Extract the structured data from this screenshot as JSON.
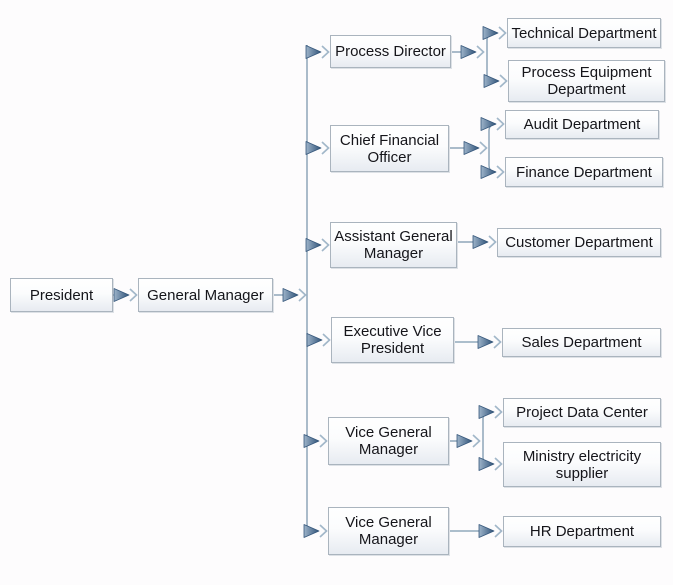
{
  "diagram": {
    "kind": "organizational-chart",
    "nodes": {
      "president": {
        "label": "President"
      },
      "general_manager": {
        "label": "General Manager"
      },
      "process_director": {
        "label": "Process Director"
      },
      "cfo": {
        "label": "Chief Financial Officer"
      },
      "assistant_gm": {
        "label": "Assistant General Manager"
      },
      "evp": {
        "label": "Executive Vice President"
      },
      "vice_gm_1": {
        "label": "Vice General Manager"
      },
      "vice_gm_2": {
        "label": "Vice General Manager"
      },
      "technical": {
        "label": "Technical Department"
      },
      "process_equipment": {
        "label": "Process Equipment Department"
      },
      "audit": {
        "label": "Audit Department"
      },
      "finance": {
        "label": "Finance Department"
      },
      "customer": {
        "label": "Customer Department"
      },
      "sales": {
        "label": "Sales Department"
      },
      "project_data_center": {
        "label": "Project Data Center"
      },
      "ministry_electricity": {
        "label": "Ministry electricity supplier"
      },
      "hr": {
        "label": "HR Department"
      }
    },
    "edges": [
      {
        "from": "President",
        "to": "General Manager"
      },
      {
        "from": "General Manager",
        "to": "Process Director"
      },
      {
        "from": "General Manager",
        "to": "Chief Financial Officer"
      },
      {
        "from": "General Manager",
        "to": "Assistant General Manager"
      },
      {
        "from": "General Manager",
        "to": "Executive Vice President"
      },
      {
        "from": "General Manager",
        "to": "Vice General Manager"
      },
      {
        "from": "General Manager",
        "to": "Vice General Manager"
      },
      {
        "from": "Process Director",
        "to": "Technical Department"
      },
      {
        "from": "Process Director",
        "to": "Process Equipment Department"
      },
      {
        "from": "Chief Financial Officer",
        "to": "Audit Department"
      },
      {
        "from": "Chief Financial Officer",
        "to": "Finance Department"
      },
      {
        "from": "Assistant General Manager",
        "to": "Customer Department"
      },
      {
        "from": "Executive Vice President",
        "to": "Sales Department"
      },
      {
        "from": "Vice General Manager",
        "to": "Project Data Center"
      },
      {
        "from": "Vice General Manager",
        "to": "Ministry electricity supplier"
      },
      {
        "from": "Vice General Manager",
        "to": "HR Department"
      }
    ],
    "colors": {
      "background": "#fdfcfd",
      "connector_line": "#7d98af",
      "arrowhead_light": "#9db3c9",
      "arrowhead_dark": "#2f5278",
      "arrowhead_outline": "#37587c",
      "chevron": "#a2b7c9",
      "box_border": "#aab4be",
      "box_fill_top": "#ffffff",
      "box_fill_bottom": "#e7ebf1",
      "text": "#15151a"
    }
  }
}
